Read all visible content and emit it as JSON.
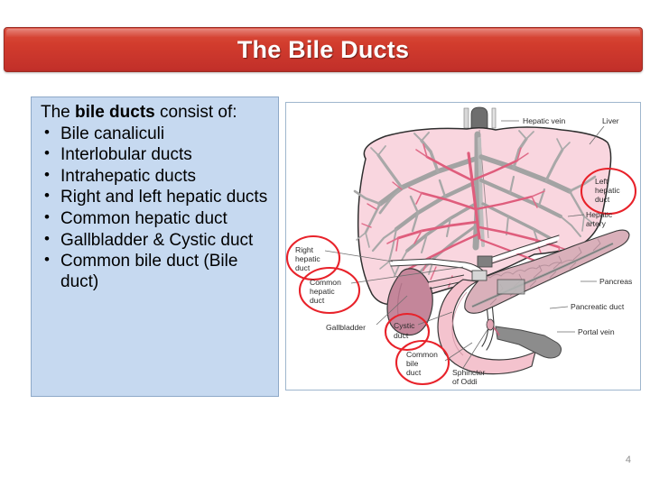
{
  "slide": {
    "title": "The Bile Ducts",
    "page_number": "4",
    "title_color": "#d23c2d",
    "panel_color": "#c6d9f0",
    "highlight_color": "#e8222a"
  },
  "content": {
    "intro_prefix": "The ",
    "intro_bold": "bile ducts",
    "intro_suffix": " consist of:",
    "bullets": [
      "Bile canaliculi",
      "Interlobular ducts",
      "Intrahepatic ducts",
      "Right and left hepatic ducts",
      "Common hepatic duct",
      "Gallbladder & Cystic duct",
      "Common bile duct (Bile duct)"
    ]
  },
  "diagram": {
    "labels": {
      "hepatic_vein": "Hepatic vein",
      "liver": "Liver",
      "left_hepatic_duct_l1": "Left",
      "left_hepatic_duct_l2": "hepatic",
      "left_hepatic_duct_l3": "duct",
      "hepatic_artery_l1": "Hepatic",
      "hepatic_artery_l2": "artery",
      "right_hepatic_duct_l1": "Right",
      "right_hepatic_duct_l2": "hepatic",
      "right_hepatic_duct_l3": "duct",
      "common_hepatic_duct_l1": "Common",
      "common_hepatic_duct_l2": "hepatic",
      "common_hepatic_duct_l3": "duct",
      "gallbladder": "Gallbladder",
      "cystic_duct_l1": "Cystic",
      "cystic_duct_l2": "duct",
      "common_bile_duct_l1": "Common",
      "common_bile_duct_l2": "bile",
      "common_bile_duct_l3": "duct",
      "sphincter_l1": "Sphincter",
      "sphincter_l2": "of Oddi",
      "pancreas": "Pancreas",
      "pancreatic_duct": "Pancreatic duct",
      "portal_vein": "Portal vein"
    },
    "colors": {
      "liver_fill": "#f9d6df",
      "pancreas_fill": "#d9b0ba",
      "gallbladder_fill": "#c4869a",
      "vessel_gray": "#9c9c9c",
      "artery_pink": "#e0607f",
      "duodenum_fill": "#f4c3ce"
    }
  }
}
